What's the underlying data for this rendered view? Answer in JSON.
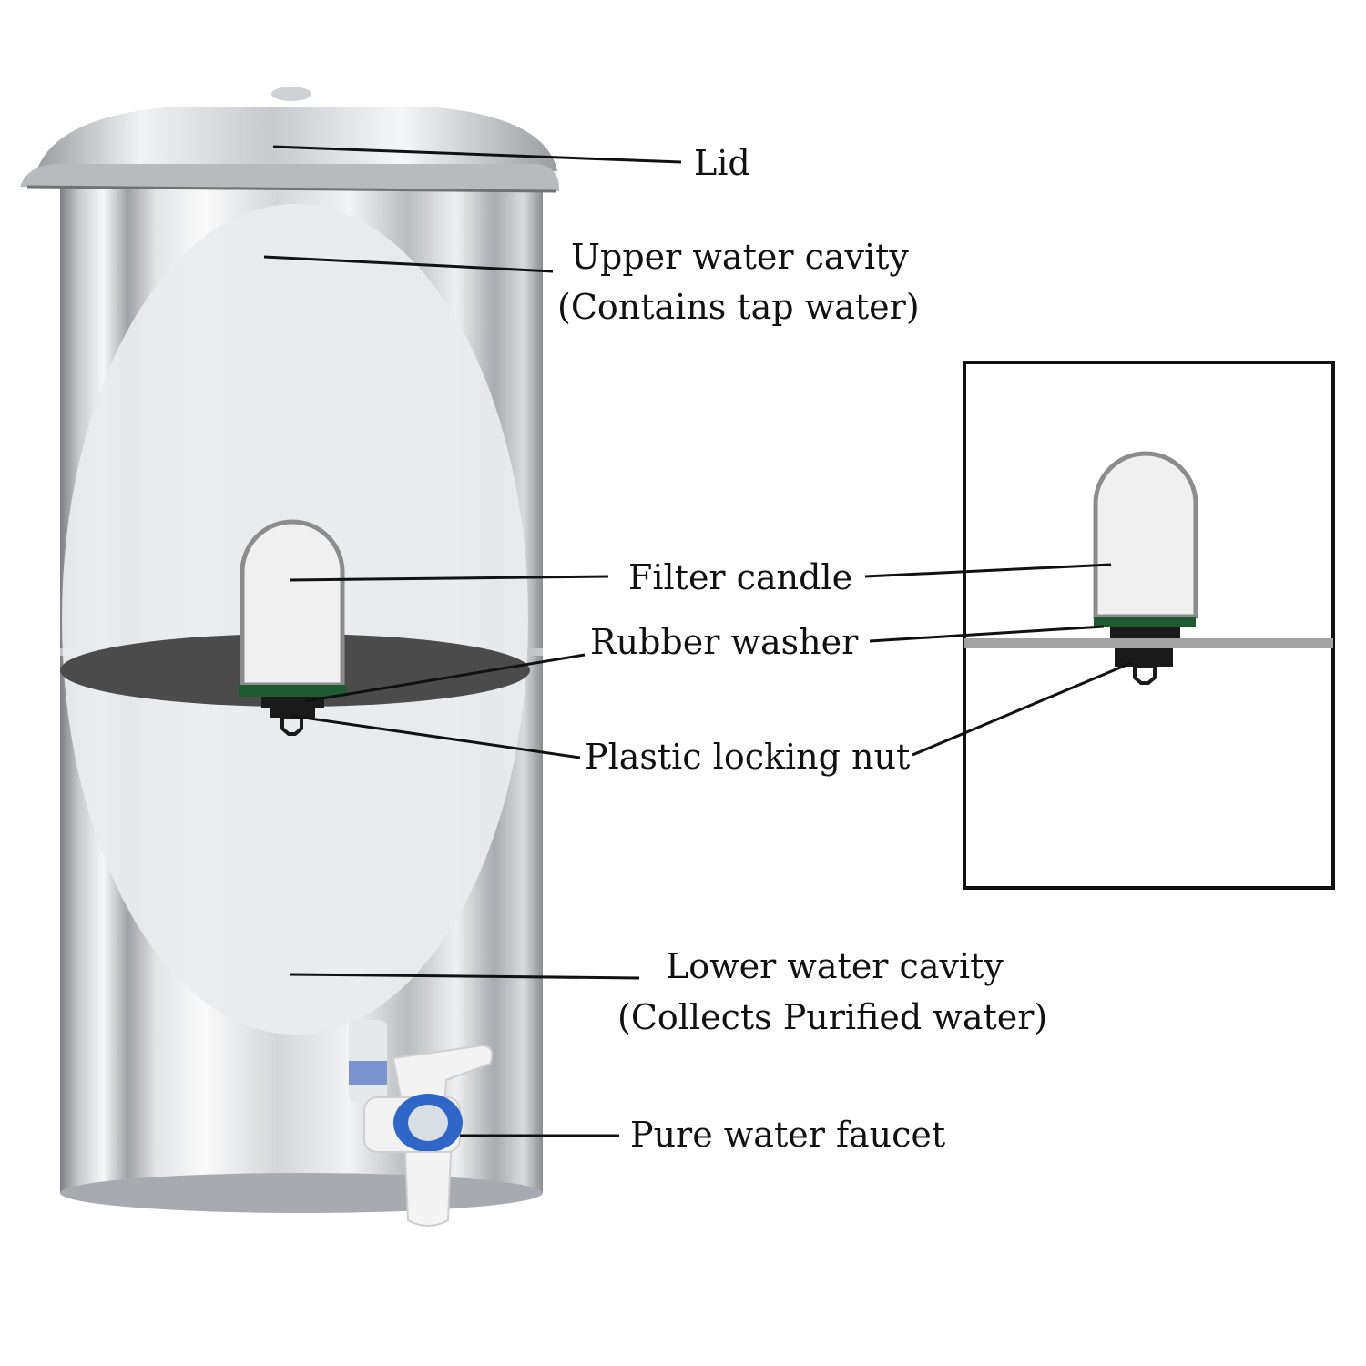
{
  "labels": {
    "lid": "Lid",
    "upper_cavity_title": "Upper water cavity",
    "upper_cavity_note": "(Contains tap water)",
    "filter_candle": "Filter candle",
    "rubber_washer": "Rubber washer",
    "locking_nut": "Plastic locking nut",
    "lower_cavity_title": "Lower water cavity",
    "lower_cavity_note": "(Collects Purified water)",
    "faucet": "Pure water faucet"
  },
  "colors": {
    "steel_dark": "#8e9094",
    "steel_light": "#f3f4f6",
    "cutaway_fill": "#e9eaec",
    "plate": "#4a4a4a",
    "candle_body": "#efefef",
    "candle_outline": "#888888",
    "washer": "#1e5b33",
    "nut": "#1a1a1a",
    "faucet_white": "#f2f2f2",
    "faucet_blue": "#2f66c8",
    "leader": "#111111"
  }
}
